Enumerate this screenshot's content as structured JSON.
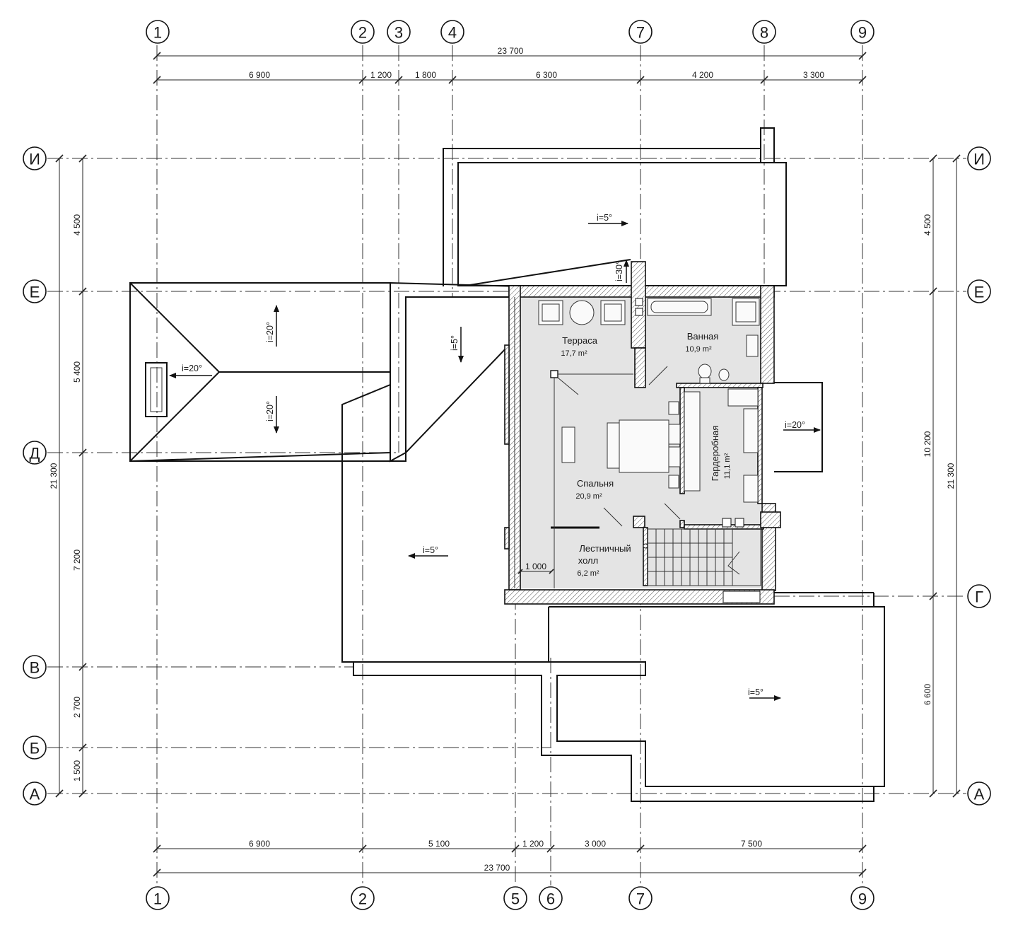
{
  "axes_top": [
    "1",
    "2",
    "3",
    "4",
    "7",
    "8",
    "9"
  ],
  "axes_bottom": [
    "1",
    "2",
    "5",
    "6",
    "7",
    "9"
  ],
  "axes_left": [
    "И",
    "Е",
    "Д",
    "В",
    "Б",
    "А"
  ],
  "axes_right": [
    "И",
    "Е",
    "Г",
    "А"
  ],
  "dims_top": {
    "overall": "23 700",
    "segments": [
      "6 900",
      "1 200",
      "1 800",
      "6 300",
      "4 200",
      "3 300"
    ]
  },
  "dims_bottom": {
    "overall": "23 700",
    "segments": [
      "6 900",
      "5 100",
      "1 200",
      "3 000",
      "7 500"
    ]
  },
  "dims_left": {
    "overall": "21 300",
    "segments": [
      "4 500",
      "5 400",
      "7 200",
      "2 700",
      "1 500"
    ]
  },
  "dims_right": {
    "overall": "21 300",
    "segments": [
      "4 500",
      "10 200",
      "6 600"
    ]
  },
  "rooms": {
    "terrace": {
      "name": "Терраса",
      "area": "17,7 m²"
    },
    "bath": {
      "name": "Ванная",
      "area": "10,9 m²"
    },
    "wardrobe": {
      "name": "Гардеробная",
      "area": "11,1 m²"
    },
    "bedroom": {
      "name": "Спальня",
      "area": "20,9 m²"
    },
    "stair_hall": {
      "name_line1": "Лестничный",
      "name_line2": "холл",
      "area": "6,2 m²"
    },
    "stair_dim": "1 000"
  },
  "slopes": {
    "top_roof": "i=5°",
    "small_roof": "i=30°",
    "hip_up": "i=20°",
    "hip_left": "i=20°",
    "hip_down": "i=20°",
    "mid_roof": "i=5°",
    "right_roof": "i=20°",
    "lower_left_roof": "i=5°",
    "lower_right_roof": "i=5°"
  }
}
